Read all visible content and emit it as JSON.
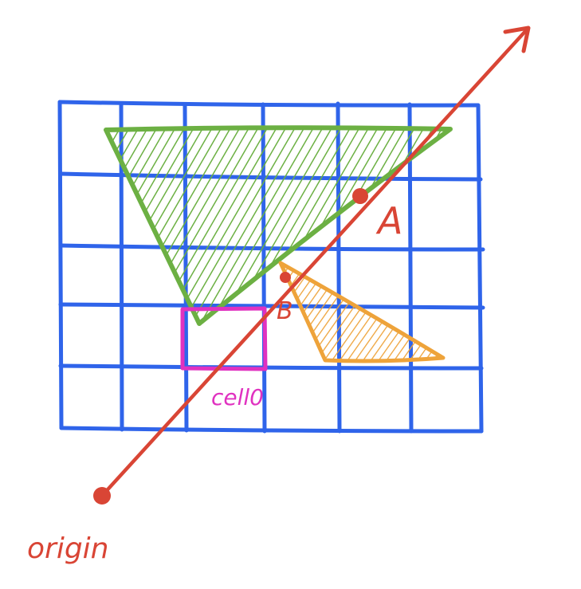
{
  "labels": {
    "point_a": "A",
    "point_b": "B",
    "cell": "cell0",
    "origin": "origin"
  },
  "colors": {
    "grid": "#2f64ea",
    "ray": "#d94535",
    "green_triangle": "#6cb043",
    "orange_triangle": "#eea33a",
    "cell_highlight": "#e032c0",
    "background": "#ffffff"
  }
}
